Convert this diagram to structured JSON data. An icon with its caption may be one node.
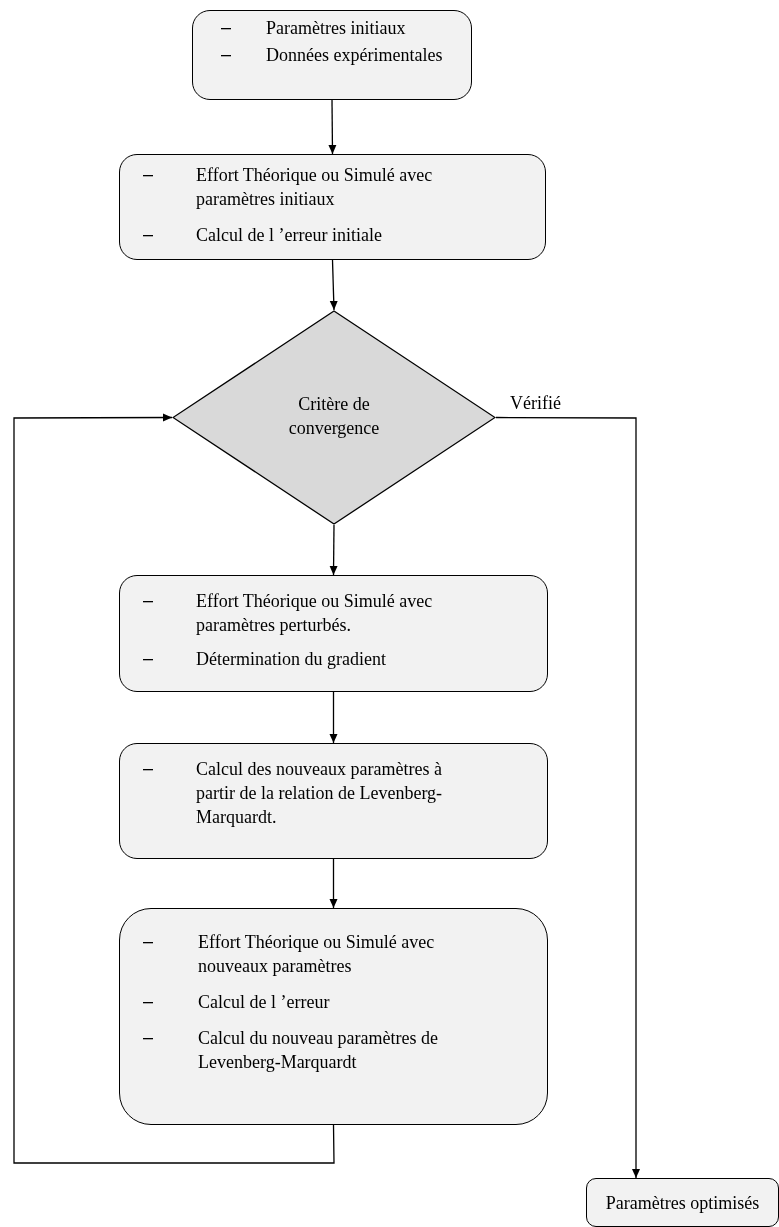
{
  "diagram": {
    "nodes": [
      {
        "text": [
          "Paramètres initiaux",
          "Données expérimentales"
        ]
      },
      {
        "text": [
          "Effort Théorique ou Simulé avec paramètres initiaux",
          "Calcul de l ’erreur initiale"
        ]
      },
      {
        "text": [
          "Critère de convergence"
        ]
      },
      {
        "text": [
          "Effort Théorique ou Simulé avec paramètres perturbés.",
          "Détermination du gradient"
        ]
      },
      {
        "text": [
          "Calcul des nouveaux paramètres à partir de la relation de Levenberg-Marquardt."
        ]
      },
      {
        "text": [
          "Effort Théorique ou Simulé avec nouveaux paramètres",
          "Calcul de l ’erreur",
          "Calcul du nouveau paramètres de Levenberg-Marquardt"
        ]
      },
      {
        "text": [
          "Paramètres optimisés"
        ]
      }
    ],
    "edges": [
      {
        "from": 0,
        "to": 1,
        "arrow": "to"
      },
      {
        "from": 1,
        "to": 2,
        "arrow": "to"
      },
      {
        "from": 2,
        "to": 3,
        "arrow": "to"
      },
      {
        "from": 2,
        "to": 6,
        "arrow": "to",
        "label": "Vérifié"
      },
      {
        "from": 3,
        "to": 4,
        "arrow": "to"
      },
      {
        "from": 4,
        "to": 5,
        "arrow": "to"
      },
      {
        "from": 5,
        "to": 2,
        "arrow": "to"
      }
    ]
  }
}
